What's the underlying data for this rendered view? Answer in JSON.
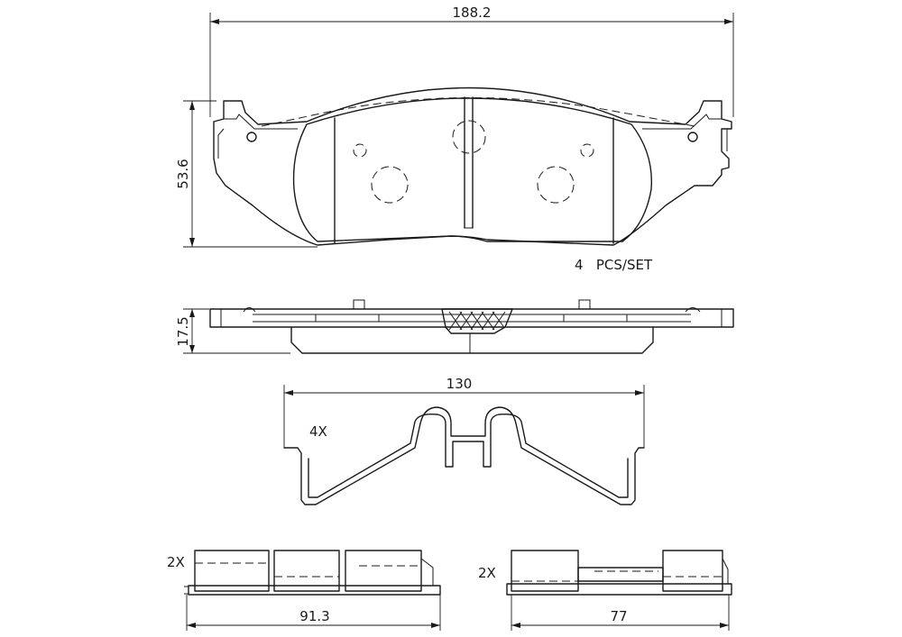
{
  "dimensions": {
    "overall_width": "188.2",
    "height": "53.6",
    "thickness": "17.5",
    "spring_width": "130",
    "shim_left_width": "91.3",
    "shim_right_width": "77"
  },
  "notes": {
    "pieces_per_set": "4   PCS/SET",
    "spring_qty": "4X",
    "shim_left_qty": "2X",
    "shim_right_qty": "2X"
  }
}
